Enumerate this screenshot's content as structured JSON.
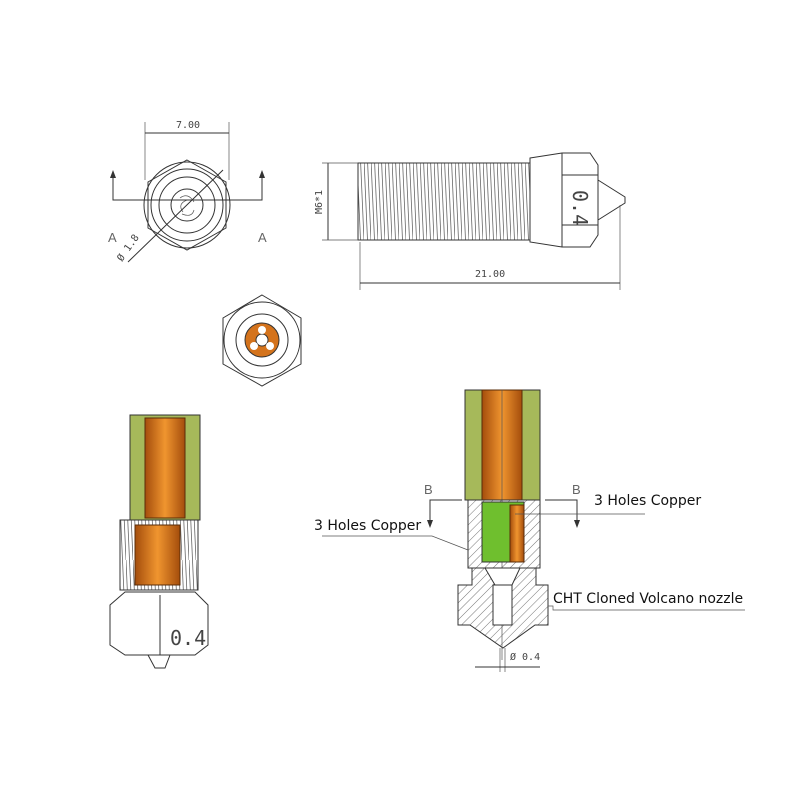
{
  "top_view": {
    "width_dim": "7.00",
    "section_left": "A",
    "section_right": "A",
    "bore_dim": "Ø 1.8"
  },
  "side_view": {
    "thread_dim": "M6*1",
    "length_dim": "21.00",
    "size_mark": "0.4"
  },
  "iso_view": {
    "size_mark": "0.4"
  },
  "section_view": {
    "section_left": "B",
    "section_right": "B",
    "callout_right": "3 Holes Copper",
    "callout_left": "3 Holes Copper",
    "callout_nozzle": "CHT Cloned Volcano nozzle",
    "orifice_dim": "Ø 0.4"
  },
  "colors": {
    "copper": "#d4731c",
    "insert_green": "#6fbf2e",
    "thread_olive": "#a6b95a"
  }
}
